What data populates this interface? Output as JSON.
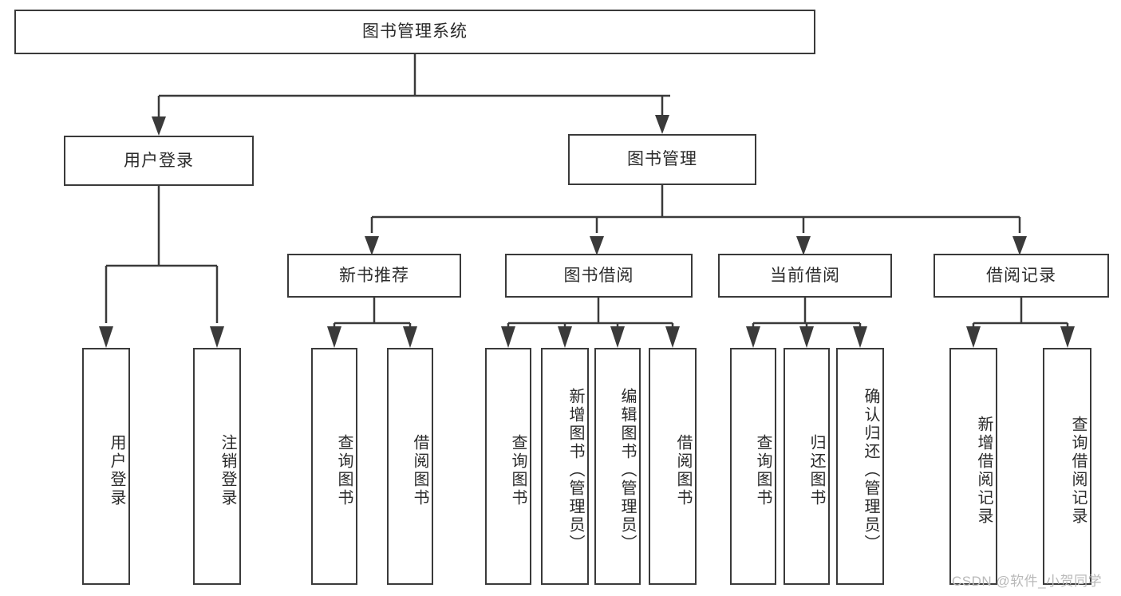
{
  "diagram": {
    "title": "图书管理系统",
    "style": {
      "line_color": "#3a3a3a",
      "box_fill": "#ffffff",
      "text_color": "#2b2b2b",
      "background": "#ffffff",
      "watermark_color": "#b9b9b9"
    },
    "root": {
      "label": "图书管理系统"
    },
    "level2": [
      {
        "label": "用户登录"
      },
      {
        "label": "图书管理"
      }
    ],
    "level3": [
      {
        "label": "新书推荐"
      },
      {
        "label": "图书借阅"
      },
      {
        "label": "当前借阅"
      },
      {
        "label": "借阅记录"
      }
    ],
    "leaves": {
      "user_login": [
        {
          "label": "用户登录"
        },
        {
          "label": "注销登录"
        }
      ],
      "new_book_recommend": [
        {
          "label": "查询图书"
        },
        {
          "label": "借阅图书"
        }
      ],
      "book_borrow": [
        {
          "label": "查询图书"
        },
        {
          "label": "新增图书（管理员）"
        },
        {
          "label": "编辑图书（管理员）"
        },
        {
          "label": "借阅图书"
        }
      ],
      "current_borrow": [
        {
          "label": "查询图书"
        },
        {
          "label": "归还图书"
        },
        {
          "label": "确认归还（管理员）"
        }
      ],
      "borrow_records": [
        {
          "label": "新增借阅记录"
        },
        {
          "label": "查询借阅记录"
        }
      ]
    }
  },
  "watermark": {
    "text": "CSDN @软件_小贺同学"
  }
}
